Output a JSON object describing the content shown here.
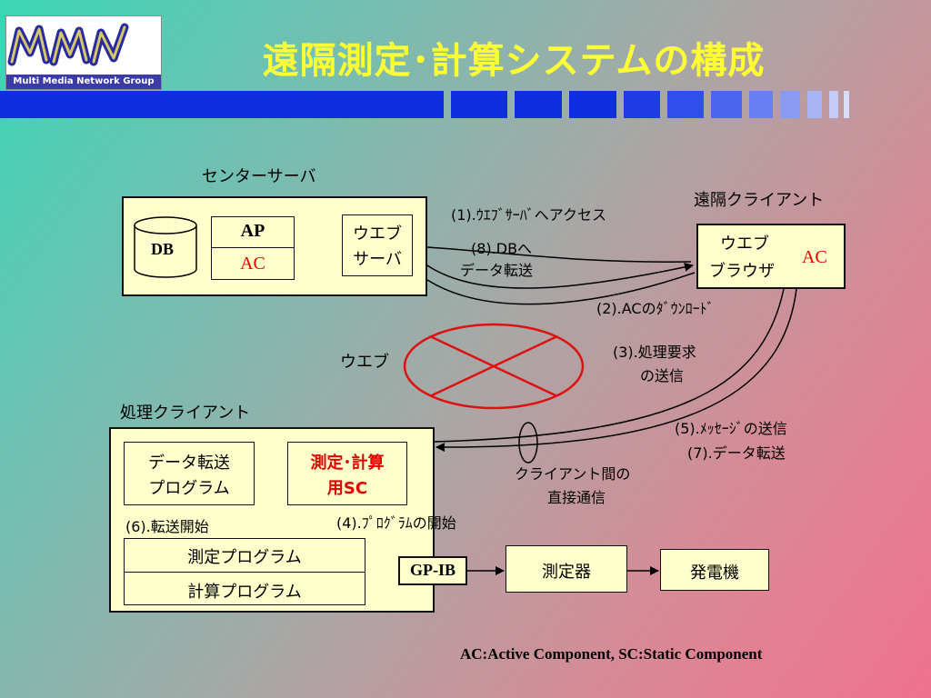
{
  "logo": {
    "caption": "Multi Media Network Group",
    "mark": "MMN"
  },
  "title": "遠隔測定･計算システムの構成",
  "center_server": {
    "label": "センターサーバ",
    "db": "DB",
    "ap": "AP",
    "ac": "AC",
    "web_server_line1": "ウエブ",
    "web_server_line2": "サーバ"
  },
  "remote_client": {
    "label": "遠隔クライアント",
    "browser_line1": "ウエブ",
    "browser_line2": "ブラウザ",
    "ac": "AC"
  },
  "web": {
    "label": "ウエブ"
  },
  "steps": {
    "s1": "(1).ｳｴﾌﾞｻｰﾊﾞへアクセス",
    "s8_line1": "(8).DBへ",
    "s8_line2": "データ転送",
    "s2": "(2).ACのﾀﾞｳﾝﾛｰﾄﾞ",
    "s3_line1": "(3).処理要求",
    "s3_line2": "の送信",
    "s5": "(5).ﾒｯｾｰｼﾞの送信",
    "s7": "(7).データ転送",
    "direct_line1": "クライアント間の",
    "direct_line2": "直接通信",
    "s4": "(4).ﾌﾟﾛｸﾞﾗﾑの開始",
    "s6": "(6).転送開始"
  },
  "processing_client": {
    "label": "処理クライアント",
    "transfer_line1": "データ転送",
    "transfer_line2": "プログラム",
    "sc_line1": "測定･計算",
    "sc_line2": "用SC",
    "measure_program": "測定プログラム",
    "calc_program": "計算プログラム"
  },
  "gpib": "GP-IB",
  "instrument": "測定器",
  "generator": "発電機",
  "footnote": "AC:Active Component, SC:Static Component",
  "colors": {
    "title": "#ffff33",
    "bar": "#0e2ee0",
    "box_fill": "#ffffcc",
    "accent_red": "#e00000",
    "ellipse": "#dd1111"
  }
}
